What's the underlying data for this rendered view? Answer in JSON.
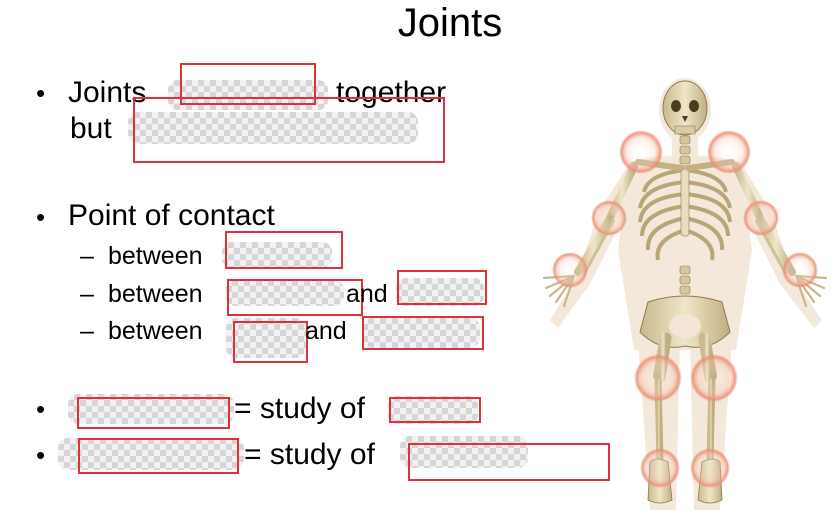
{
  "slide": {
    "title": "Joints",
    "bullet_char": "•",
    "dash_char": "–",
    "lines": {
      "joints_line1_start": "Joints",
      "joints_line1_end": "together",
      "joints_line2_start": "but",
      "point_of_contact": "Point of contact",
      "between_1": "between",
      "between_2": "between",
      "and_2": "and",
      "between_3": "between",
      "and_3": "and",
      "study_1": "= study of",
      "study_2": "= study of"
    }
  },
  "figure": {
    "name": "human skeleton with highlighted joints",
    "highlight_color": "#f0a080"
  }
}
